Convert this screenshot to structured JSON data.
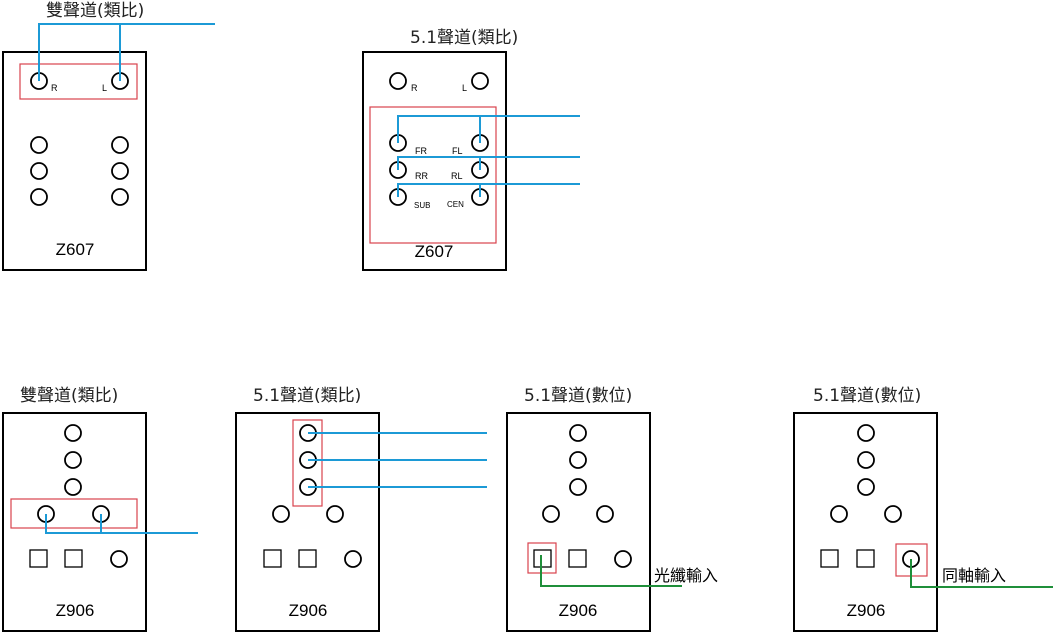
{
  "panels": [
    {
      "title": "雙聲道(類比)",
      "model": "Z607",
      "labels": {
        "r": "R",
        "l": "L"
      }
    },
    {
      "title": "5.1聲道(類比)",
      "model": "Z607",
      "labels": {
        "r": "R",
        "l": "L",
        "fr": "FR",
        "fl": "FL",
        "rr": "RR",
        "rl": "RL",
        "sub": "SUB",
        "cen": "CEN"
      }
    },
    {
      "title": "雙聲道(類比)",
      "model": "Z906"
    },
    {
      "title": "5.1聲道(類比)",
      "model": "Z906"
    },
    {
      "title": "5.1聲道(數位)",
      "model": "Z906",
      "input_label": "光纖輸入"
    },
    {
      "title": "5.1聲道(數位)",
      "model": "Z906",
      "input_label": "同軸輸入"
    }
  ],
  "colors": {
    "analog_cable": "#1c9ad6",
    "digital_cable": "#1f8f3a",
    "highlight": "#d9424e"
  }
}
